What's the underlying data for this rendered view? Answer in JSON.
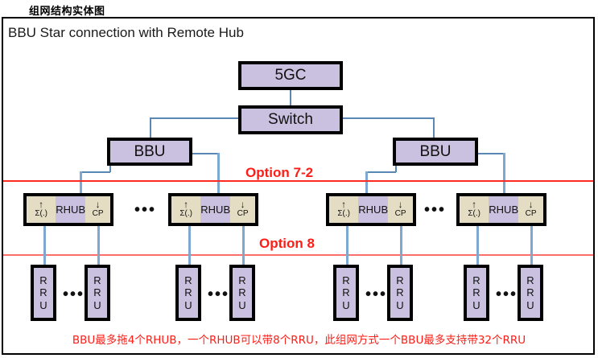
{
  "document": {
    "outer_title": "组网结构实体图",
    "diagram_title": "BBU Star connection with Remote Hub",
    "footer_note": "BBU最多拖4个RHUB，一个RHUB可以带8个RRU，此组网方式一个BBU最多支持带32个RRU"
  },
  "colors": {
    "node_fill": "#c9c1df",
    "cell_fill": "#e4ddc4",
    "border": "#000000",
    "wire": "#5b87b5",
    "red": "#fe1d16"
  },
  "nodes": {
    "core": {
      "label": "5GC"
    },
    "switch": {
      "label": "Switch"
    },
    "bbu_left": {
      "label": "BBU"
    },
    "bbu_right": {
      "label": "BBU"
    }
  },
  "rhub_cells": {
    "uplink_arrow": "↑",
    "uplink_label": "Σ(.)",
    "middle_label": "RHUB",
    "downlink_arrow": "↓",
    "downlink_label": "CP"
  },
  "rhub_groups": [
    {
      "id": "rhub-1",
      "middle_label": "RHUB"
    },
    {
      "id": "rhub-2",
      "middle_label": "RHUB"
    },
    {
      "id": "rhub-3",
      "middle_label": "RHUB"
    },
    {
      "id": "rhub-4",
      "middle_label": "RHUB"
    }
  ],
  "rru_label_lines": {
    "l1": "R",
    "l2": "R",
    "l3": "U"
  },
  "rru_units": [
    {
      "id": "rru-1"
    },
    {
      "id": "rru-2"
    },
    {
      "id": "rru-3"
    },
    {
      "id": "rru-4"
    },
    {
      "id": "rru-5"
    },
    {
      "id": "rru-6"
    },
    {
      "id": "rru-7"
    },
    {
      "id": "rru-8"
    }
  ],
  "split_options": [
    {
      "id": "option-7-2",
      "label": "Option 7-2"
    },
    {
      "id": "option-8",
      "label": "Option 8"
    }
  ],
  "ellipsis": {
    "glyph": "•••"
  }
}
